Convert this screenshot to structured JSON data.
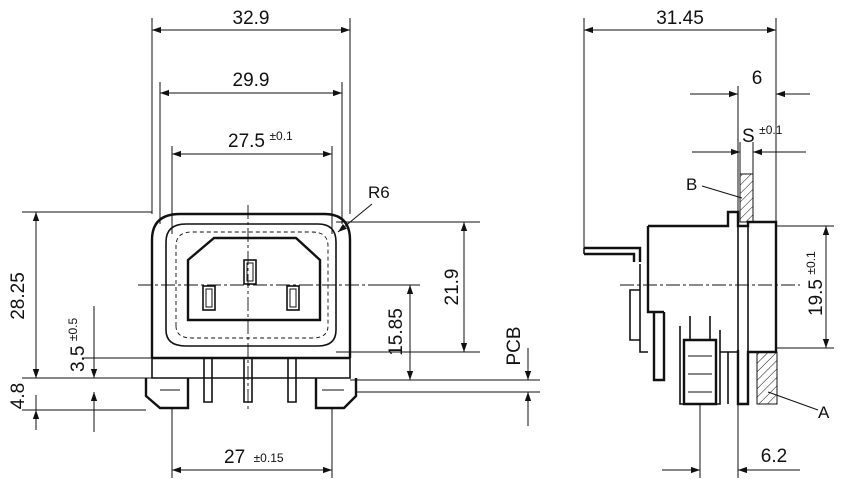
{
  "front_view": {
    "width_outer": "32.9",
    "width_body": "29.9",
    "width_inner": "27.5",
    "width_inner_tol": "±0.1",
    "corner_radius": "R6",
    "height_total": "28.25",
    "height_inner": "21.9",
    "height_center": "15.85",
    "height_pin": "3.5",
    "height_pin_tol": "±0.5",
    "height_base": "4.8",
    "pcb_label": "PCB",
    "pin_spacing": "27",
    "pin_spacing_tol": "±0.15"
  },
  "side_view": {
    "depth_total": "31.45",
    "depth_flange": "6",
    "panel_thickness": "S",
    "panel_thickness_tol": "±0.1",
    "label_b": "B",
    "label_a": "A",
    "height_face": "19.5",
    "height_face_tol": "±0.1",
    "pin_offset": "6.2"
  }
}
